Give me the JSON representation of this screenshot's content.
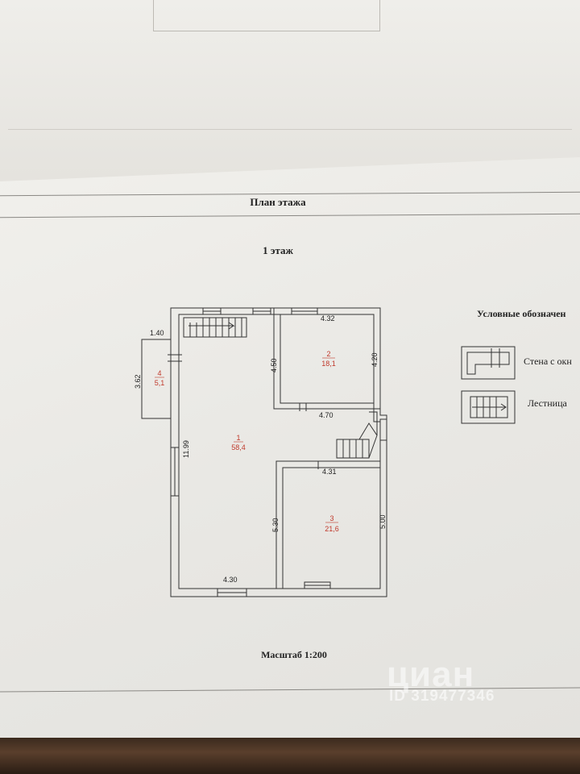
{
  "document": {
    "sheet_title": "План этажа",
    "floor_label": "1 этаж",
    "scale_label": "Масштаб 1:200"
  },
  "rooms": [
    {
      "number": "1",
      "area": "58,4"
    },
    {
      "number": "2",
      "area": "18,1"
    },
    {
      "number": "3",
      "area": "21,6"
    },
    {
      "number": "4",
      "area": "5,1"
    }
  ],
  "dimensions": {
    "porch_width": "1.40",
    "porch_depth": "3.62",
    "room1_height": "11.99",
    "room1_width": "4.30",
    "room2_width": "4.32",
    "room2_depth_left": "4.50",
    "room2_depth_right": "4.20",
    "room2_bottom": "4.70",
    "room3_width": "4.31",
    "room3_depth_left": "5.30",
    "room3_depth_right": "5.00"
  },
  "legend": {
    "title": "Условные обозначен",
    "items": [
      {
        "label": "Стена с окн",
        "icon": "wall-with-window-icon"
      },
      {
        "label": "Лестница",
        "icon": "stairs-icon"
      }
    ]
  },
  "watermark": {
    "brand": "циан",
    "listing_id": "ID 319477346"
  },
  "colors": {
    "room_label": "#c0392b",
    "ink": "#222222"
  }
}
